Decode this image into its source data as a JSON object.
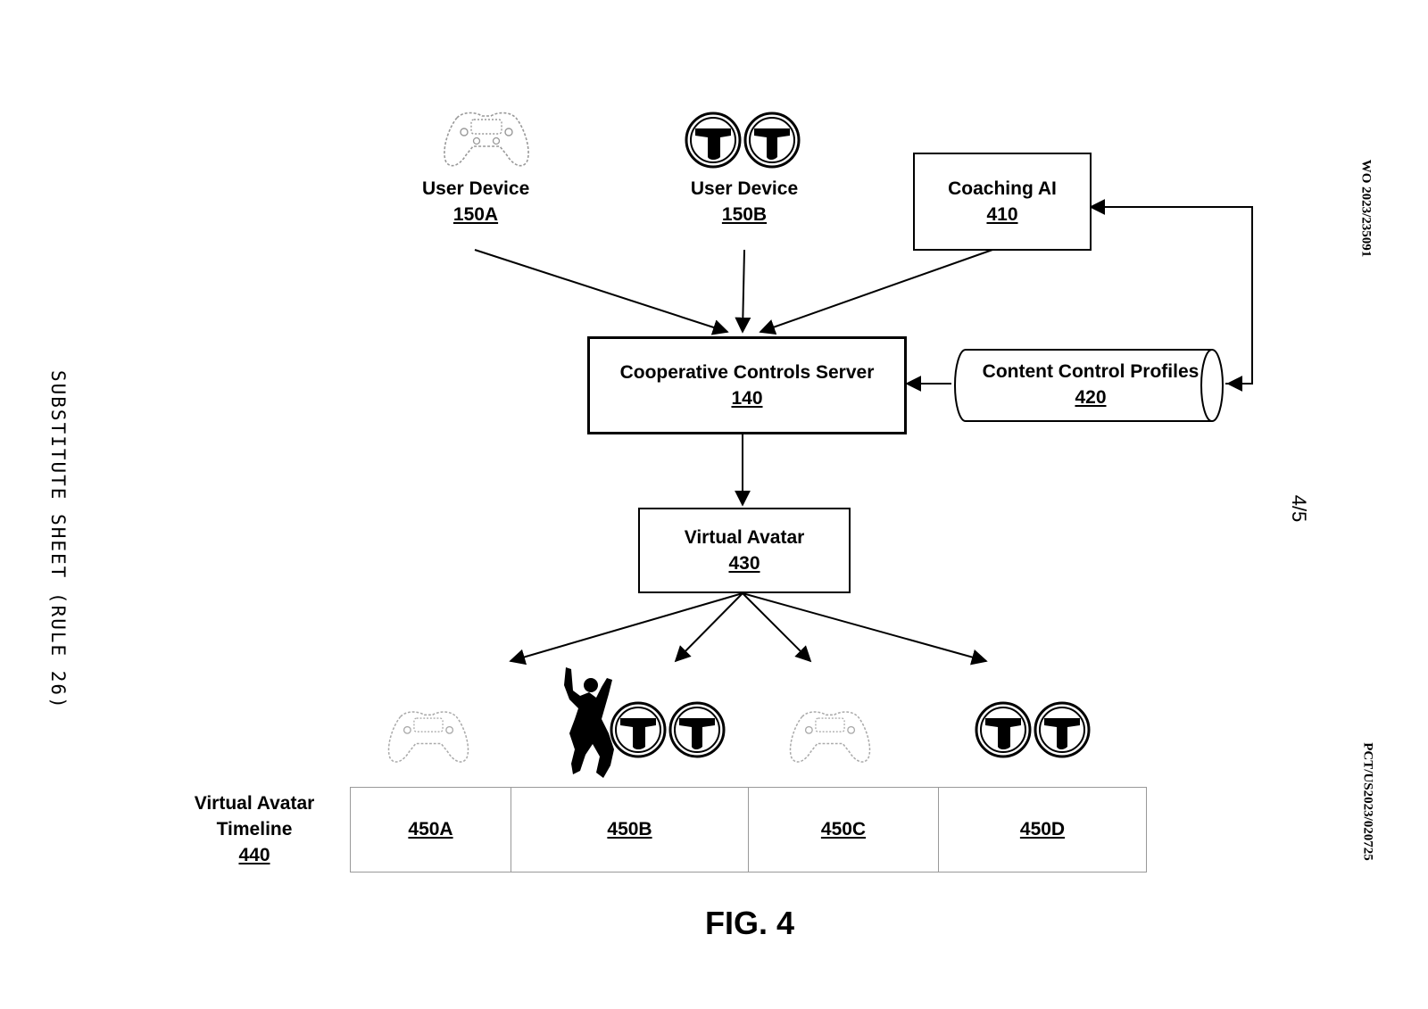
{
  "side_labels": {
    "left": "SUBSTITUTE SHEET (RULE 26)",
    "right_top": "WO 2023/235091",
    "right_middle": "4/5",
    "right_bottom": "PCT/US2023/020725"
  },
  "nodes": {
    "user_device_a": {
      "title": "User Device",
      "ref": "150A"
    },
    "user_device_b": {
      "title": "User Device",
      "ref": "150B"
    },
    "coaching_ai": {
      "title": "Coaching AI",
      "ref": "410"
    },
    "server": {
      "title": "Cooperative Controls Server",
      "ref": "140"
    },
    "profiles": {
      "title": "Content Control Profiles",
      "ref": "420"
    },
    "avatar": {
      "title": "Virtual Avatar",
      "ref": "430"
    }
  },
  "timeline": {
    "label_line1": "Virtual Avatar",
    "label_line2": "Timeline",
    "ref": "440",
    "segments": [
      "450A",
      "450B",
      "450C",
      "450D"
    ]
  },
  "figure_caption": "FIG. 4",
  "icons": {
    "device_a": "gamepad-icon",
    "device_b": "steering-grips-icon",
    "segment_a": "gamepad-icon",
    "segment_b": "jumping-figure-icon",
    "segment_c": "gamepad-icon",
    "segment_d": "steering-grips-icon"
  }
}
